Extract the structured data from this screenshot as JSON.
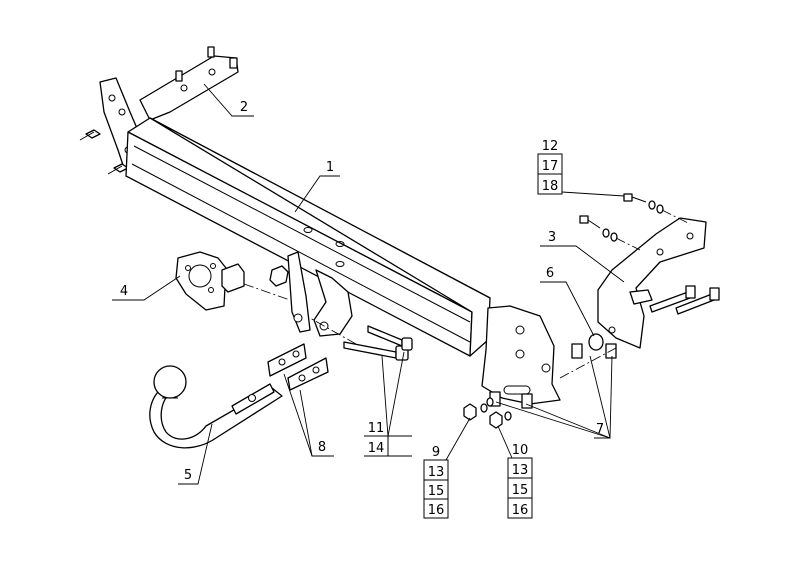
{
  "callouts": {
    "c1": "1",
    "c2": "2",
    "c3": "3",
    "c4": "4",
    "c5": "5",
    "c6": "6",
    "c7": "7",
    "c8": "8",
    "c9": "9",
    "c10": "10",
    "c11": "11",
    "c12": "12",
    "c13a": "13",
    "c13b": "13",
    "c14": "14",
    "c15a": "15",
    "c15b": "15",
    "c16a": "16",
    "c16b": "16",
    "c17": "17",
    "c18": "18"
  },
  "style": {
    "line_color": "#000000",
    "background": "#ffffff"
  }
}
